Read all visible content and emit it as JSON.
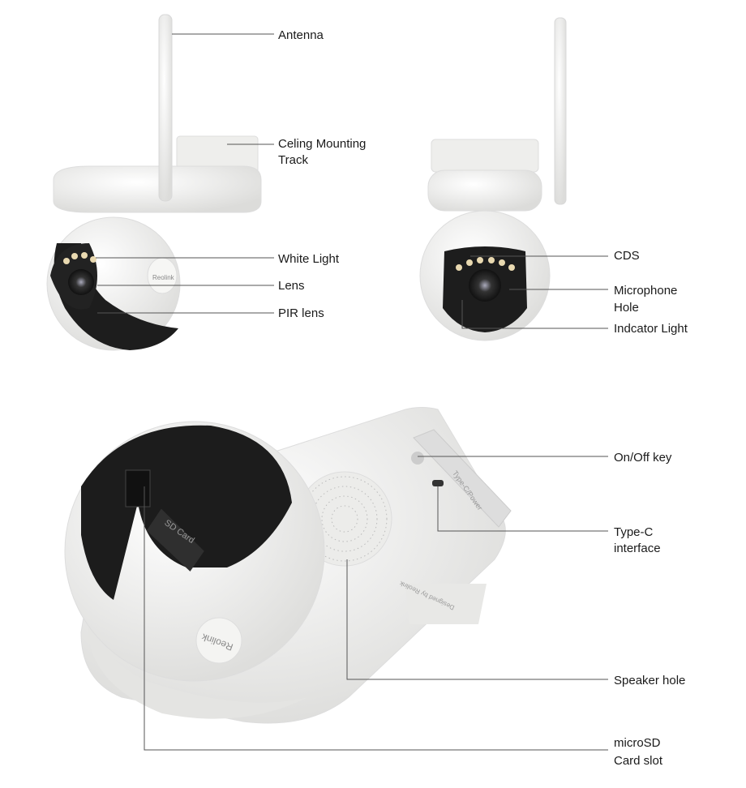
{
  "labels": {
    "antenna": "Antenna",
    "ceiling_track_1": "Celing Mounting",
    "ceiling_track_2": "Track",
    "white_light": "White Light",
    "lens": "Lens",
    "pir_lens": "PIR lens",
    "cds": "CDS",
    "microphone_1": "Microphone",
    "microphone_2": "Hole",
    "indicator_light": "Indcator Light",
    "on_off_key": "On/Off key",
    "type_c_1": "Type-C",
    "type_c_2": "interface",
    "speaker_hole": "Speaker hole",
    "microsd_1": "microSD",
    "microsd_2": "Card slot"
  },
  "product_markings": {
    "brand": "Reolink",
    "sd_cover": "SD Card",
    "power_cover": "Type-C/Power",
    "designed_by": "Designed by Reolink"
  },
  "colors": {
    "line": "#555555",
    "body": "#f2f2f0",
    "dark": "#1c1c1c"
  }
}
